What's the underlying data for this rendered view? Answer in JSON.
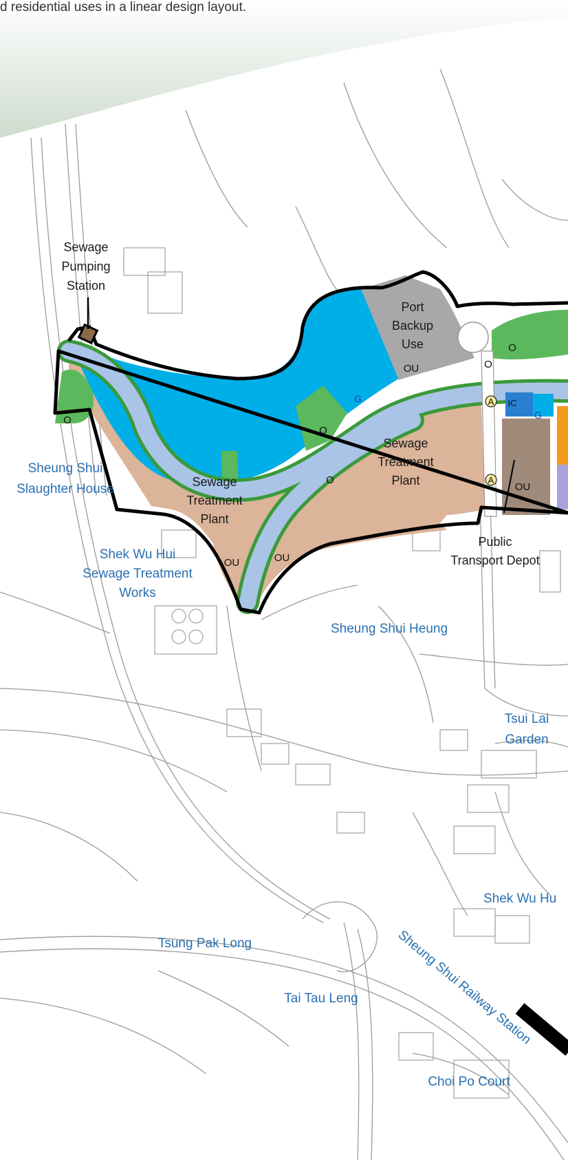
{
  "caption": "d residential uses in a linear design layout.",
  "labels": {
    "sewage_pumping_station": [
      "Sewage",
      "Pumping",
      "Station"
    ],
    "port_backup_use": [
      "Port",
      "Backup",
      "Use"
    ],
    "sewage_treatment_plant_east": [
      "Sewage",
      "Treatment",
      "Plant"
    ],
    "sewage_treatment_plant_west": [
      "Sewage",
      "Treatment",
      "Plant"
    ],
    "public_transport_depot": [
      "Public",
      "Transport Depot"
    ],
    "sheung_shui_slaughter_house": [
      "Sheung Shui",
      "Slaughter House"
    ],
    "shek_wu_hui_stw": [
      "Shek Wu Hui",
      "Sewage Treatment",
      "Works"
    ],
    "sheung_shui_heung": "Sheung Shui Heung",
    "tsui_lai_garden": [
      "Tsui Lai",
      "Garden"
    ],
    "shek_wu_hui": "Shek Wu Hu",
    "tsung_pak_long": "Tsung Pak Long",
    "tai_tau_leng": "Tai Tau Leng",
    "choi_po_court": "Choi Po Court",
    "sheung_shui_railway_station": "Sheung Shui Railway Station"
  },
  "zone_codes": {
    "ou": "OU",
    "o": "O",
    "g": "G",
    "a": "A",
    "ic": "IC"
  },
  "colors": {
    "industrial_blue": "#00aee8",
    "green_open_space": "#5cb85c",
    "river": "#a9c4e6",
    "sewage_tan": "#dcb49a",
    "port_grey": "#a8a8a8",
    "depot_brown": "#a08a7a",
    "boundary": "#000000",
    "place_label": "#2a6fb0"
  }
}
